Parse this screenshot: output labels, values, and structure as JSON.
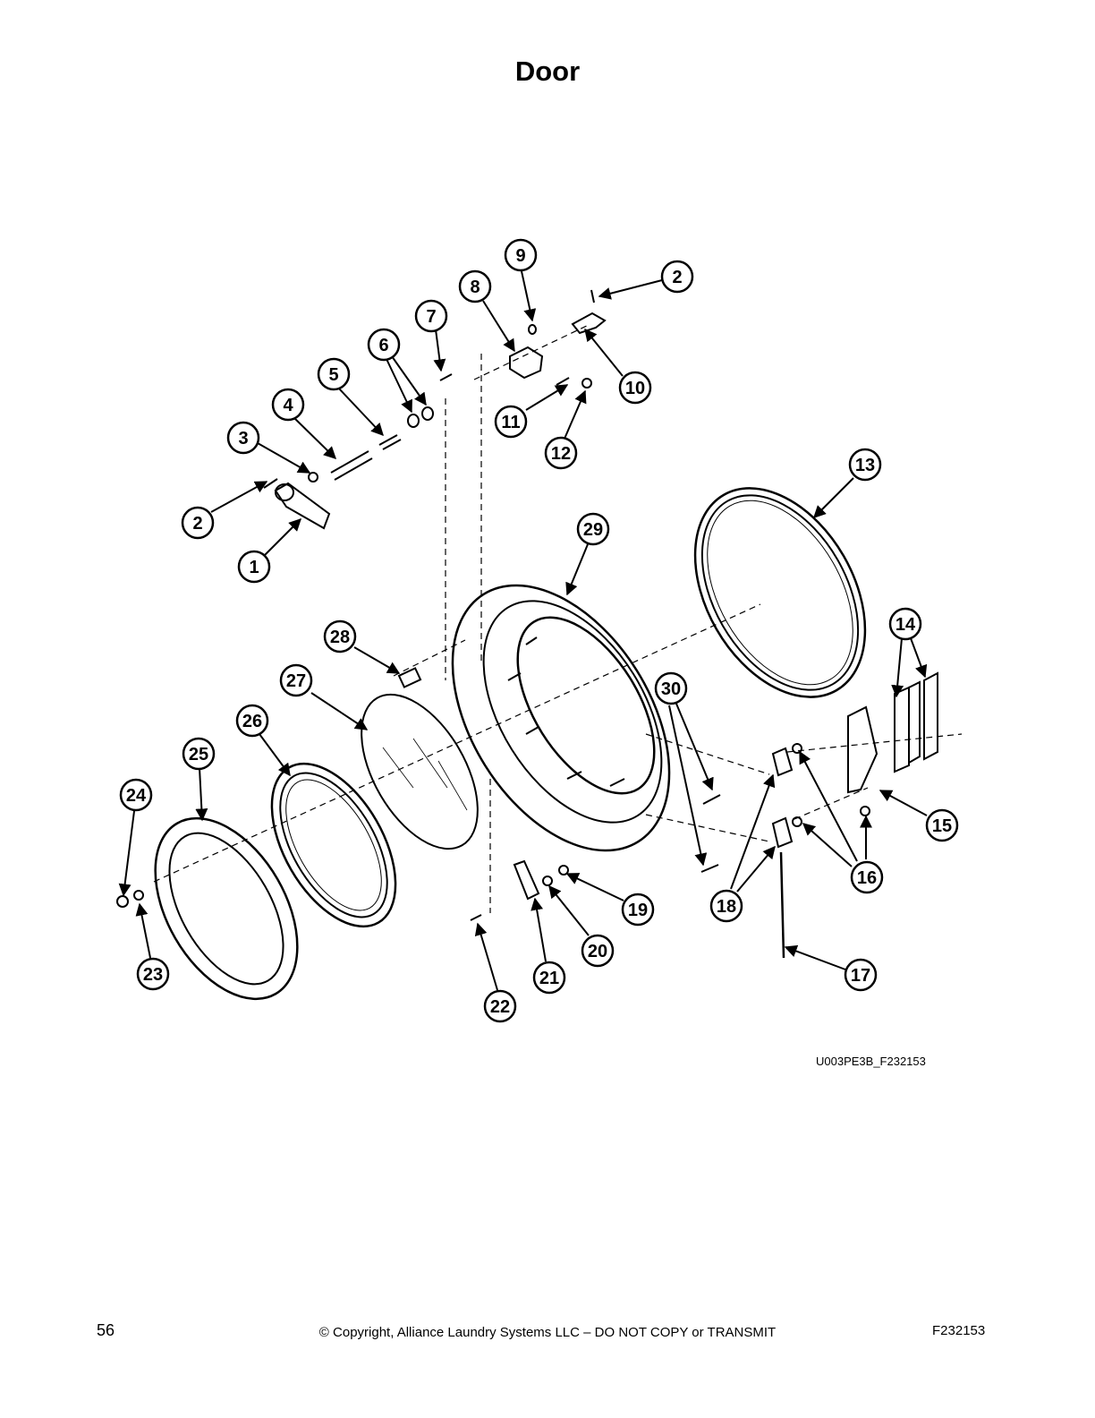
{
  "page": {
    "title": "Door",
    "drawing_id": "U003PE3B_F232153",
    "page_number": "56",
    "copyright": "© Copyright, Alliance Laundry Systems LLC – DO NOT COPY or TRANSMIT",
    "doc_id": "F232153"
  },
  "callouts": [
    {
      "id": "c2a",
      "label": "2"
    },
    {
      "id": "c9",
      "label": "9"
    },
    {
      "id": "c8",
      "label": "8"
    },
    {
      "id": "c7",
      "label": "7"
    },
    {
      "id": "c6",
      "label": "6"
    },
    {
      "id": "c5",
      "label": "5"
    },
    {
      "id": "c4",
      "label": "4"
    },
    {
      "id": "c3",
      "label": "3"
    },
    {
      "id": "c2b",
      "label": "2"
    },
    {
      "id": "c1",
      "label": "1"
    },
    {
      "id": "c10",
      "label": "10"
    },
    {
      "id": "c11",
      "label": "11"
    },
    {
      "id": "c12",
      "label": "12"
    },
    {
      "id": "c13",
      "label": "13"
    },
    {
      "id": "c29",
      "label": "29"
    },
    {
      "id": "c14",
      "label": "14"
    },
    {
      "id": "c28",
      "label": "28"
    },
    {
      "id": "c27",
      "label": "27"
    },
    {
      "id": "c30",
      "label": "30"
    },
    {
      "id": "c26",
      "label": "26"
    },
    {
      "id": "c25",
      "label": "25"
    },
    {
      "id": "c24",
      "label": "24"
    },
    {
      "id": "c15",
      "label": "15"
    },
    {
      "id": "c16",
      "label": "16"
    },
    {
      "id": "c18",
      "label": "18"
    },
    {
      "id": "c19",
      "label": "19"
    },
    {
      "id": "c20",
      "label": "20"
    },
    {
      "id": "c21",
      "label": "21"
    },
    {
      "id": "c22",
      "label": "22"
    },
    {
      "id": "c23",
      "label": "23"
    },
    {
      "id": "c17",
      "label": "17"
    }
  ]
}
